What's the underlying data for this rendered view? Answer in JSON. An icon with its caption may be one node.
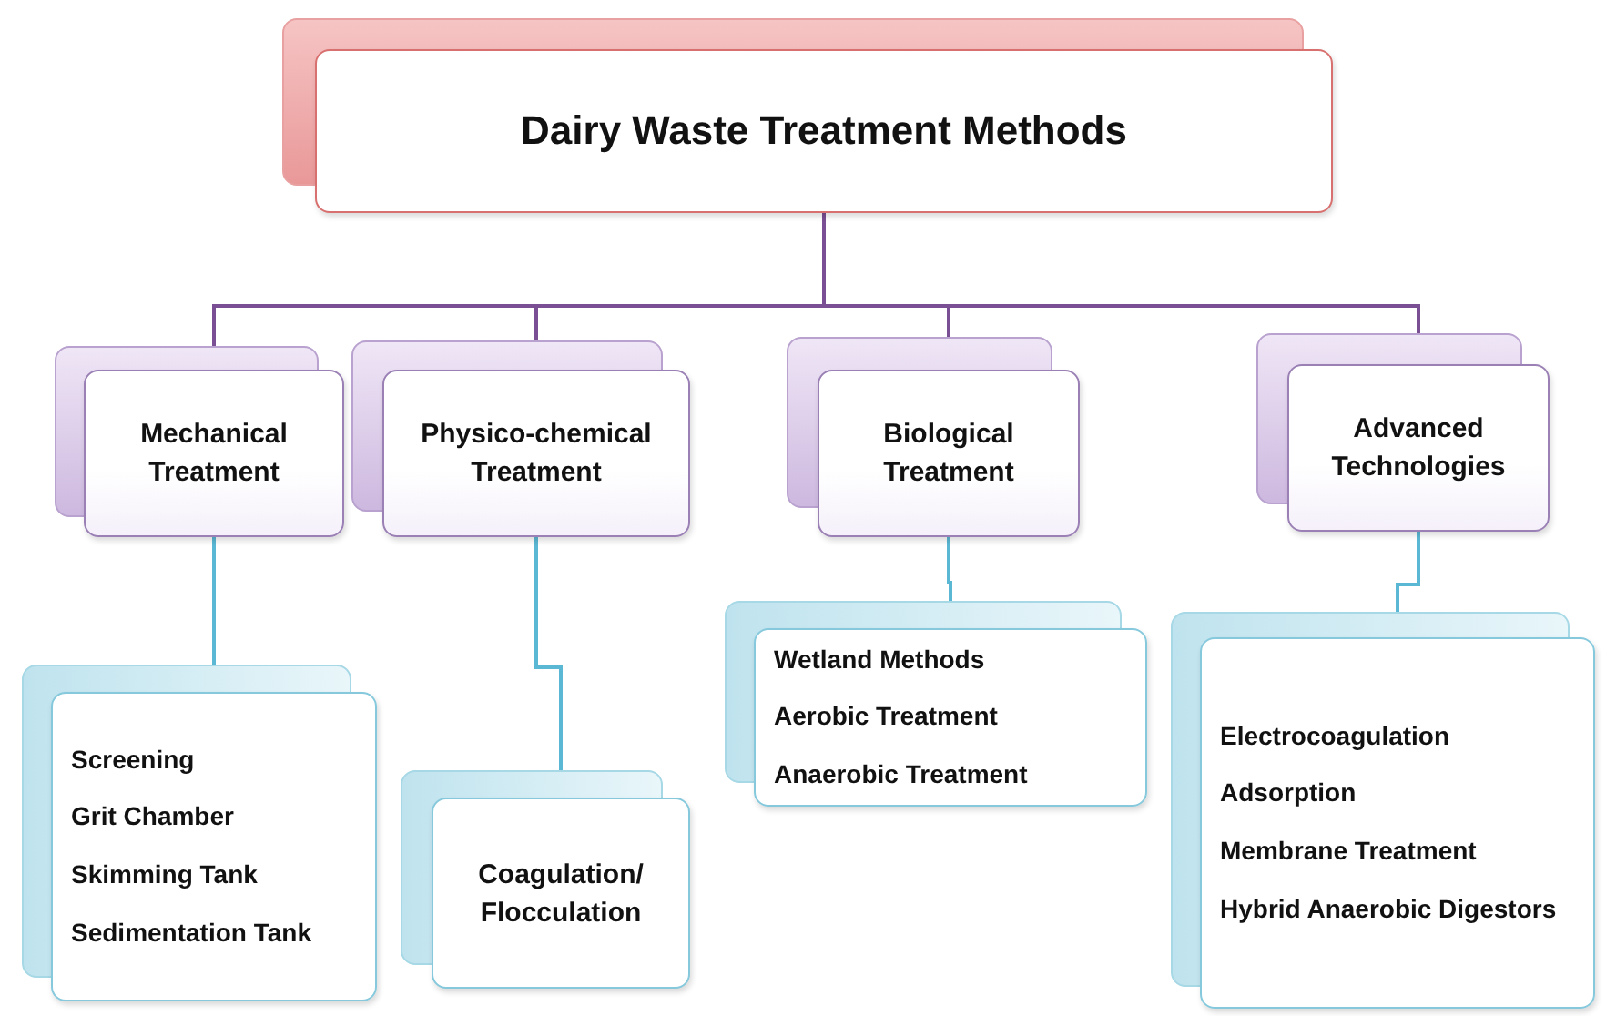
{
  "diagram": {
    "nodes": [
      {
        "text": [
          "Dairy Waste Treatment Methods"
        ]
      },
      {
        "text": [
          "Mechanical Treatment"
        ]
      },
      {
        "text": [
          "Physico-chemical Treatment"
        ]
      },
      {
        "text": [
          "Biological Treatment"
        ]
      },
      {
        "text": [
          "Advanced Technologies"
        ]
      },
      {
        "text": [
          "Screening",
          "Grit Chamber",
          "Skimming Tank",
          "Sedimentation Tank"
        ]
      },
      {
        "text": [
          "Coagulation/ Flocculation"
        ]
      },
      {
        "text": [
          "Wetland Methods",
          "Aerobic Treatment",
          "Anaerobic Treatment"
        ]
      },
      {
        "text": [
          "Electrocoagulation",
          "Adsorption",
          "Membrane Treatment",
          "Hybrid Anaerobic Digestors"
        ]
      }
    ],
    "edges": [
      {
        "from": 0,
        "to": 1,
        "arrow": "none"
      },
      {
        "from": 0,
        "to": 2,
        "arrow": "none"
      },
      {
        "from": 0,
        "to": 3,
        "arrow": "none"
      },
      {
        "from": 0,
        "to": 4,
        "arrow": "none"
      },
      {
        "from": 1,
        "to": 5,
        "arrow": "none",
        "color": "#5bb8d4"
      },
      {
        "from": 2,
        "to": 6,
        "arrow": "none",
        "color": "#5bb8d4"
      },
      {
        "from": 3,
        "to": 7,
        "arrow": "none",
        "color": "#5bb8d4"
      },
      {
        "from": 4,
        "to": 8,
        "arrow": "none",
        "color": "#5bb8d4"
      }
    ]
  }
}
